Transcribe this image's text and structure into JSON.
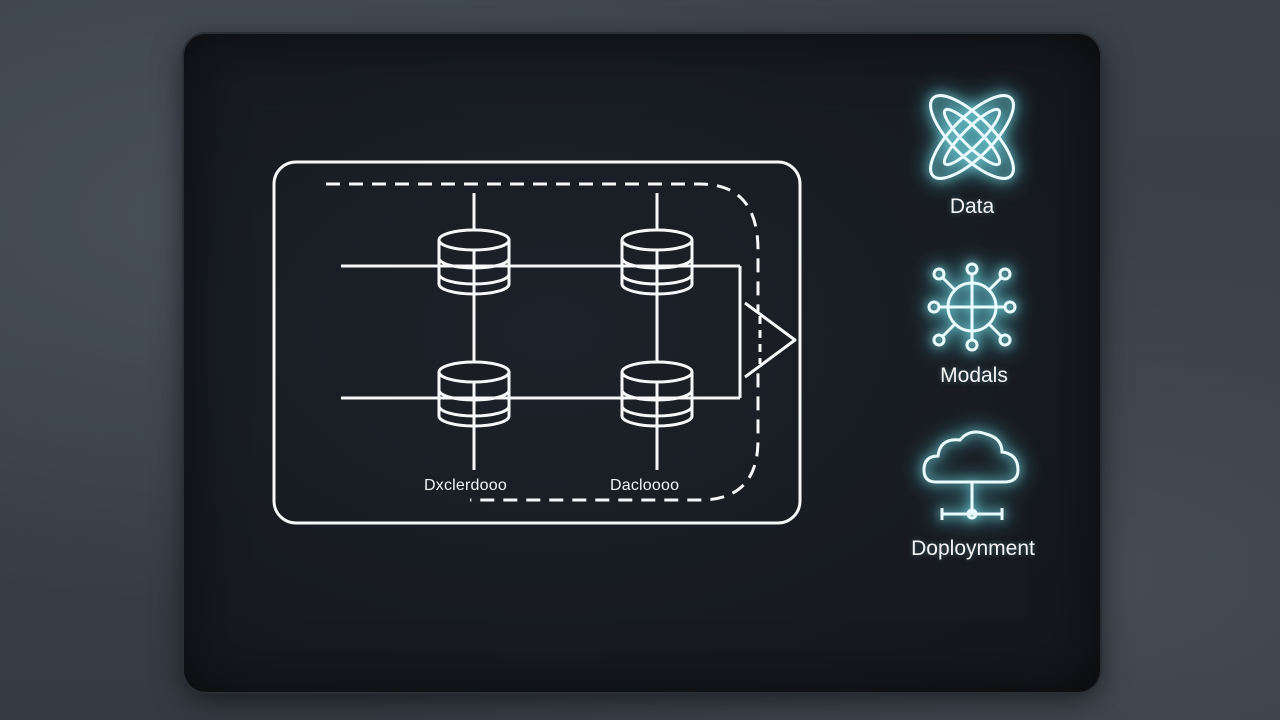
{
  "diagram": {
    "db_labels": [
      "Dxclerdooo",
      "Dacloooo"
    ]
  },
  "sidebar": {
    "items": [
      {
        "label": "Data",
        "icon": "crossed-ellipses-icon"
      },
      {
        "label": "Modals",
        "icon": "network-globe-icon"
      },
      {
        "label": "Doploynment",
        "icon": "cloud-network-icon"
      }
    ]
  },
  "colors": {
    "line": "#f5f7f8",
    "glow": "#8fe3ee",
    "slate": "#181c22",
    "background": "#3a4049"
  }
}
